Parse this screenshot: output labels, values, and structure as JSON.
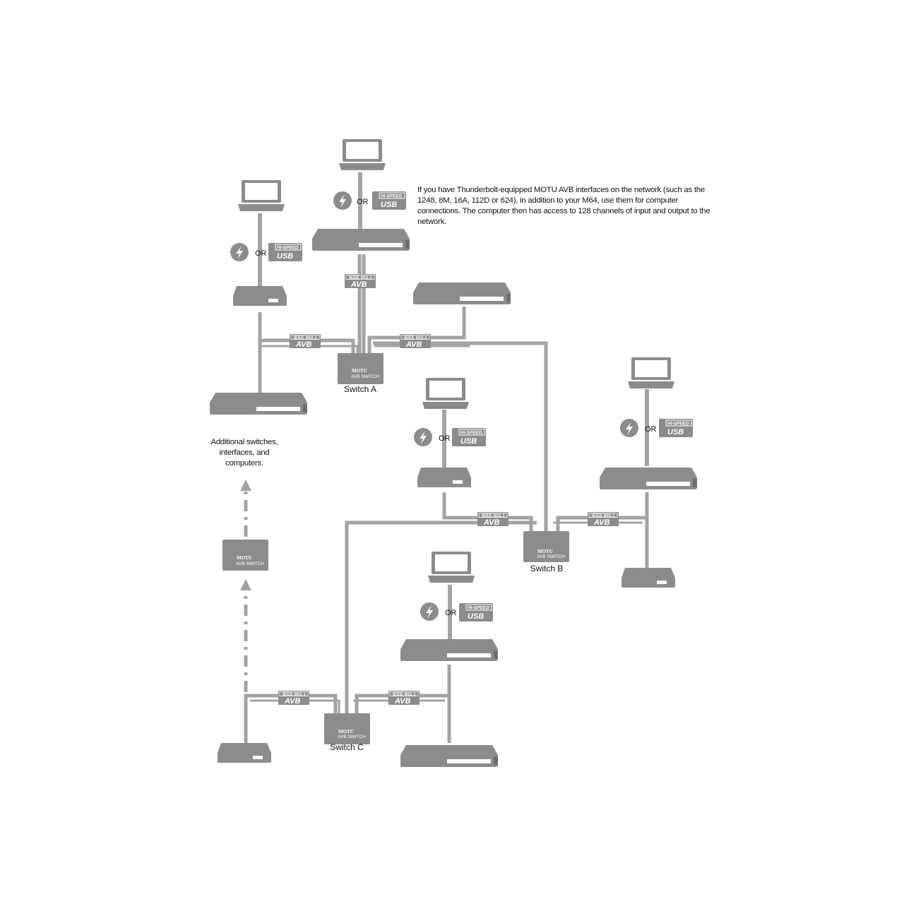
{
  "note": "If you have Thunderbolt-equipped MOTU AVB interfaces on the network (such as the 1248, 8M, 16A, 112D or 624), in addition to your M64, use them for computer connections. The computer then has access to 128 channels of input and output to the network.",
  "additional": "Additional switches, interfaces, and computers.",
  "switches": [
    {
      "label": "Switch A"
    },
    {
      "label": "Switch B"
    },
    {
      "label": "Switch C"
    }
  ],
  "or_text": "OR",
  "usb_badge": {
    "top": "HI-SPEED",
    "main": "USB"
  },
  "avb_badge": {
    "top": "IEEE 802.1",
    "main": "AVB"
  },
  "switch_badge": {
    "brand": "MOTU",
    "model": "AVB SWITCH"
  },
  "colors": {
    "device": "#8c8c8c",
    "line": "#a3a3a3",
    "text": "#111111",
    "white": "#ffffff"
  },
  "icons": [
    "laptop-icon",
    "thunderbolt-icon",
    "usb-badge-icon",
    "avb-badge-icon",
    "switch-icon",
    "interface-icon"
  ]
}
